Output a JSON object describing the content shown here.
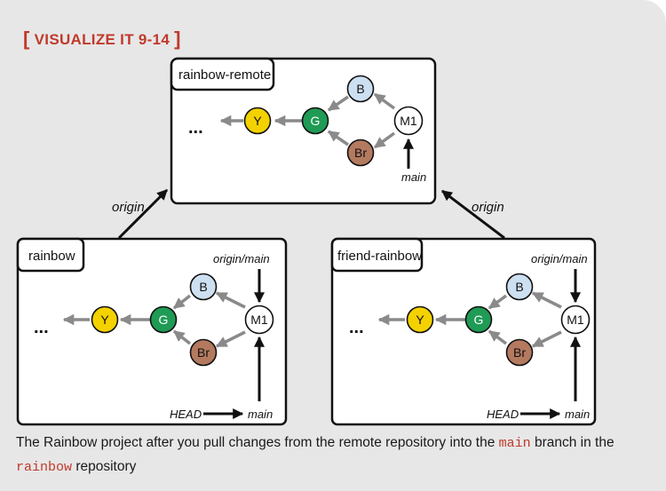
{
  "heading": {
    "bracket_open": "[",
    "title": "VISUALIZE IT 9-14",
    "bracket_close": "]"
  },
  "colors": {
    "accent": "#c0392b",
    "panel_bg": "#e7e7e7",
    "commit_B": "#cde0f1",
    "commit_G": "#1f9b55",
    "commit_Y": "#f4d200",
    "commit_Br": "#b47a60",
    "commit_M1": "#ffffff",
    "arrow_gray": "#8a8a8a"
  },
  "repositories": {
    "remote": {
      "name": "rainbow-remote",
      "ellipsis": "...",
      "commits": {
        "y": "Y",
        "g": "G",
        "b": "B",
        "br": "Br",
        "m1": "M1"
      },
      "branch_label": "main"
    },
    "local": {
      "name": "rainbow",
      "ellipsis": "...",
      "commits": {
        "y": "Y",
        "g": "G",
        "b": "B",
        "br": "Br",
        "m1": "M1"
      },
      "tracking_label": "origin/main",
      "head_label": "HEAD",
      "branch_label": "main"
    },
    "friend": {
      "name": "friend-rainbow",
      "ellipsis": "...",
      "commits": {
        "y": "Y",
        "g": "G",
        "b": "B",
        "br": "Br",
        "m1": "M1"
      },
      "tracking_label": "origin/main",
      "head_label": "HEAD",
      "branch_label": "main"
    }
  },
  "connections": {
    "left_label": "origin",
    "right_label": "origin"
  },
  "caption": {
    "part1": "The Rainbow project after you pull changes from the remote repository into the ",
    "code1": "main",
    "part2": " branch in the ",
    "code2": "rainbow",
    "part3": " repository"
  }
}
